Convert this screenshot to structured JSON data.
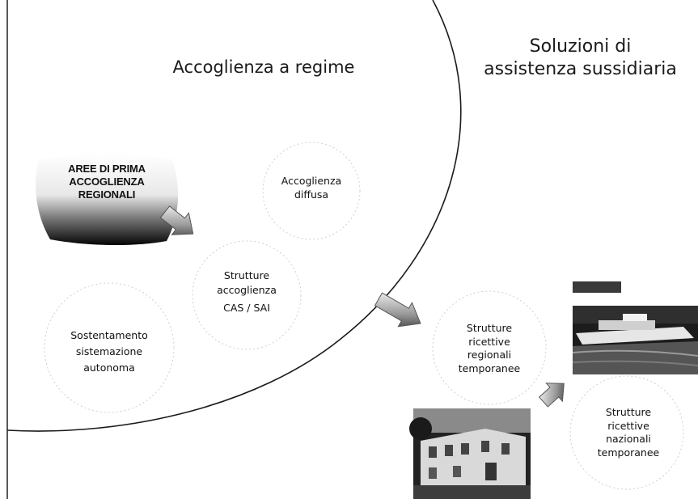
{
  "titles": {
    "left": "Accoglienza a regime",
    "right_line1": "Soluzioni di",
    "right_line2": "assistenza sussidiaria"
  },
  "nodes": {
    "aree": [
      "AREE DI PRIMA",
      "ACCOGLIENZA",
      "REGIONALI"
    ],
    "diffusa": [
      "Accoglienza",
      "diffusa"
    ],
    "cas_sai": [
      "Strutture",
      "accoglienza",
      "CAS / SAI"
    ],
    "sostentamento": [
      "Sostentamento",
      "sistemazione",
      "autonoma"
    ],
    "regionali": [
      "Strutture",
      "ricettive",
      "regionali",
      "temporanee"
    ],
    "nazionali": [
      "Strutture",
      "ricettive",
      "nazionali",
      "temporanee"
    ]
  },
  "images": {
    "ship_photo": "ship-photo",
    "building_photo": "building-photo"
  }
}
